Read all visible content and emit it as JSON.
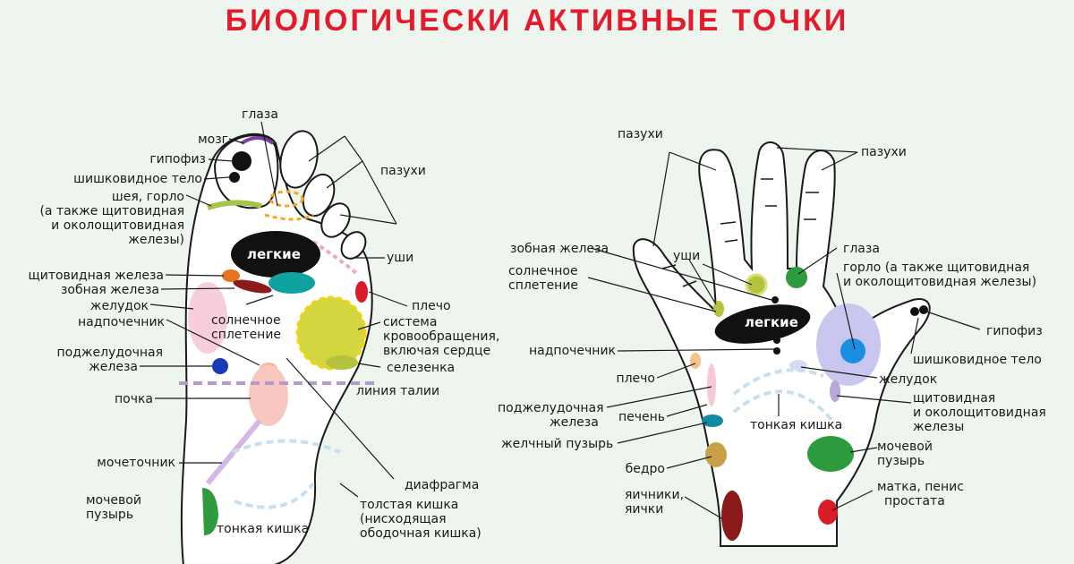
{
  "title": "БИОЛОГИЧЕСКИ  АКТИВНЫЕ  ТОЧКИ",
  "foot": {
    "lungs": "легкие",
    "labels": {
      "glaza": "глаза",
      "mozg": "мозг",
      "gipofiz": "гипофиз",
      "shishkovidnoe": "шишковидное тело",
      "sheya_1": "шея, горло",
      "sheya_2": "(а также щитовидная",
      "sheya_3": "и околощитовидная",
      "sheya_4": "железы)",
      "pazukhi": "пазухи",
      "ushi": "уши",
      "shchitovidnaya": "щитовидная железа",
      "zobnaya": "зобная железа",
      "zheludok": "желудок",
      "nadpochechnik": "надпочечник",
      "solnechnoe_1": "солнечное",
      "solnechnoe_2": "сплетение",
      "plecho": "плечо",
      "sistema_1": "система",
      "sistema_2": "кровообращения,",
      "sistema_3": "включая сердце",
      "podzhel_1": "поджелудочная",
      "podzhel_2": "железа",
      "selezenka": "селезенка",
      "pochka": "почка",
      "liniya": "линия талии",
      "mochetochnik": "мочеточник",
      "diafragma": "диафрагма",
      "mochevoy_1": "мочевой",
      "mochevoy_2": "пузырь",
      "tolstaya_1": "толстая кишка",
      "tolstaya_2": "(нисходящая",
      "tolstaya_3": "ободочная кишка)",
      "tonkaya": "тонкая кишка"
    }
  },
  "hand": {
    "lungs": "легкие",
    "labels": {
      "pazukhi_left": "пазухи",
      "pazukhi_right": "пазухи",
      "zobnaya": "зобная железа",
      "ushi": "уши",
      "glaza": "глаза",
      "solnechnoe_1": "солнечное",
      "solnechnoe_2": "сплетение",
      "gorlo_1": "горло (а также щитовидная",
      "gorlo_2": "и околощитовидная железы)",
      "gipofiz": "гипофиз",
      "nadpochechnik": "надпочечник",
      "shishkovidnoe": "шишковидное тело",
      "plecho": "плечо",
      "zheludok": "желудок",
      "podzhel_1": "поджелудочная",
      "podzhel_2": "железа",
      "shchitovidnaya_1": "щитовидная",
      "shchitovidnaya_2": "и околощитовидная",
      "shchitovidnaya_3": "железы",
      "pechen": "печень",
      "tonkaya": "тонкая кишка",
      "zhelchny": "желчный пузырь",
      "mochevoy_1": "мочевой",
      "mochevoy_2": "пузырь",
      "bedro": "бедро",
      "yaichniki_1": "яичники,",
      "yaichniki_2": "яички",
      "matka_1": "матка, пенис",
      "matka_2": "простата"
    }
  }
}
